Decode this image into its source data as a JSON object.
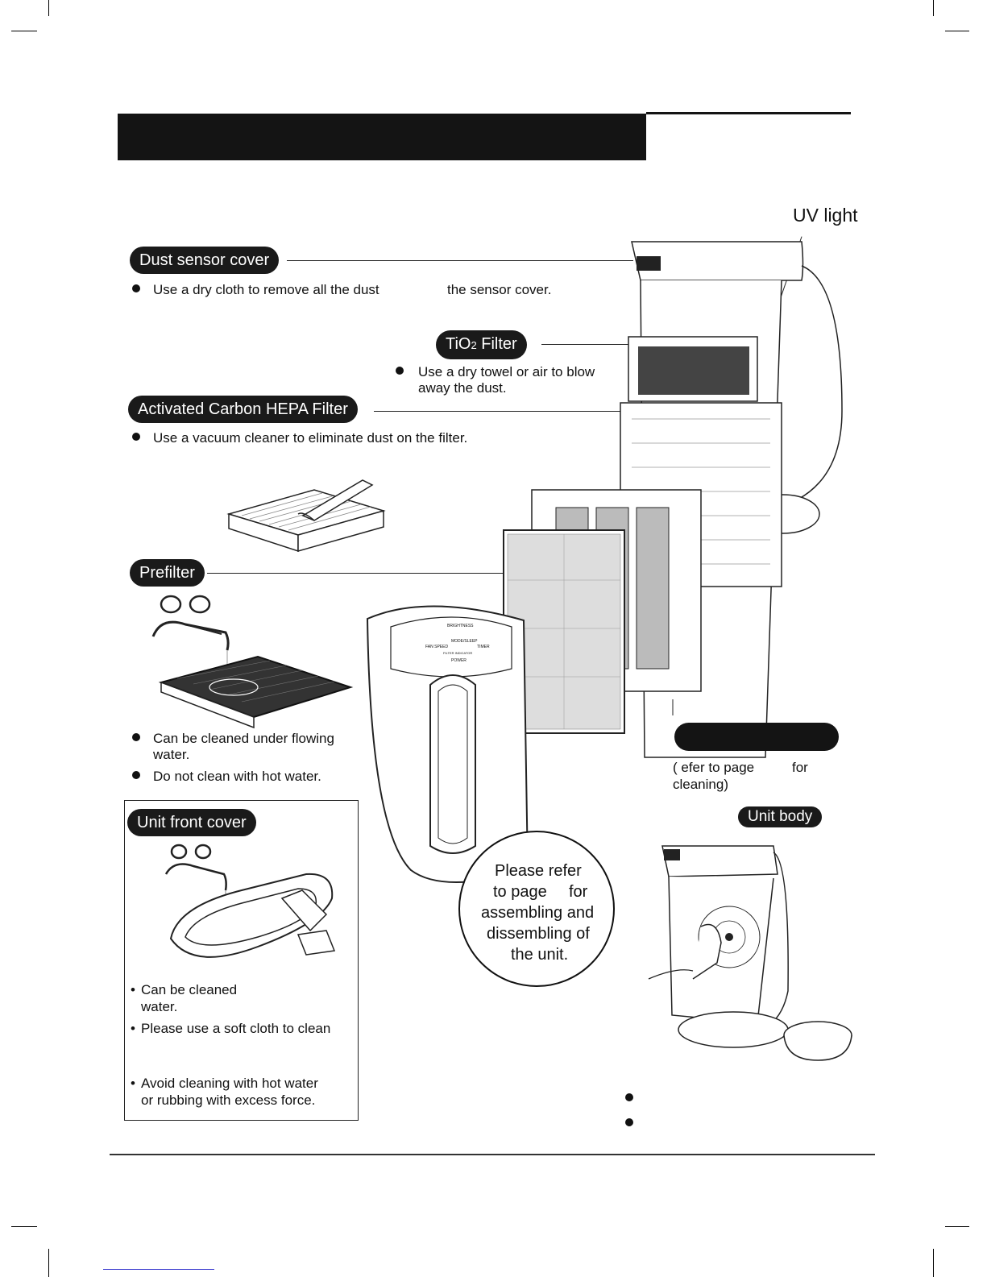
{
  "labels": {
    "uv_light": "UV light",
    "dust_sensor_cover": "Dust sensor cover",
    "tio2_filter_main": "TiO",
    "tio2_filter_sub": "2",
    "tio2_filter_rest": " Filter",
    "carbon_hepa": "Activated Carbon HEPA Filter",
    "prefilter": "Prefilter",
    "unit_front_cover": "Unit front cover",
    "unit_body": "Unit body"
  },
  "instructions": {
    "dust_sensor_a": "Use a dry cloth to remove all the dust",
    "dust_sensor_b": "the sensor cover.",
    "tio2_line1": "Use a dry towel or air to blow",
    "tio2_line2": "away the dust.",
    "carbon_hepa": "Use a vacuum cleaner to eliminate dust on the filter.",
    "prefilter_1_line1": "Can be cleaned under flowing",
    "prefilter_1_line2": "water.",
    "prefilter_2": "Do not clean with hot water.",
    "refer_a": "(   efer to page",
    "refer_b": "for",
    "refer_c": "cleaning)",
    "front_1_line1": "Can be cleaned",
    "front_1_line2": "water.",
    "front_2": "Please use a soft cloth to clean",
    "front_3_line1": "Avoid cleaning with hot water",
    "front_3_line2": "or rubbing with excess force."
  },
  "callout": {
    "line1": "Please refer",
    "line2a": "to page",
    "line2b": "for",
    "line3": "assembling and",
    "line4": "dissembling of",
    "line5": "the unit."
  },
  "panel": {
    "bright": "BRIGHTNESS",
    "mode": "MODE/SLEEP",
    "fan": "FAN SPEED",
    "timer": "TIMER",
    "power": "POWER",
    "filter_indicator": "FILTER INDICATOR"
  }
}
